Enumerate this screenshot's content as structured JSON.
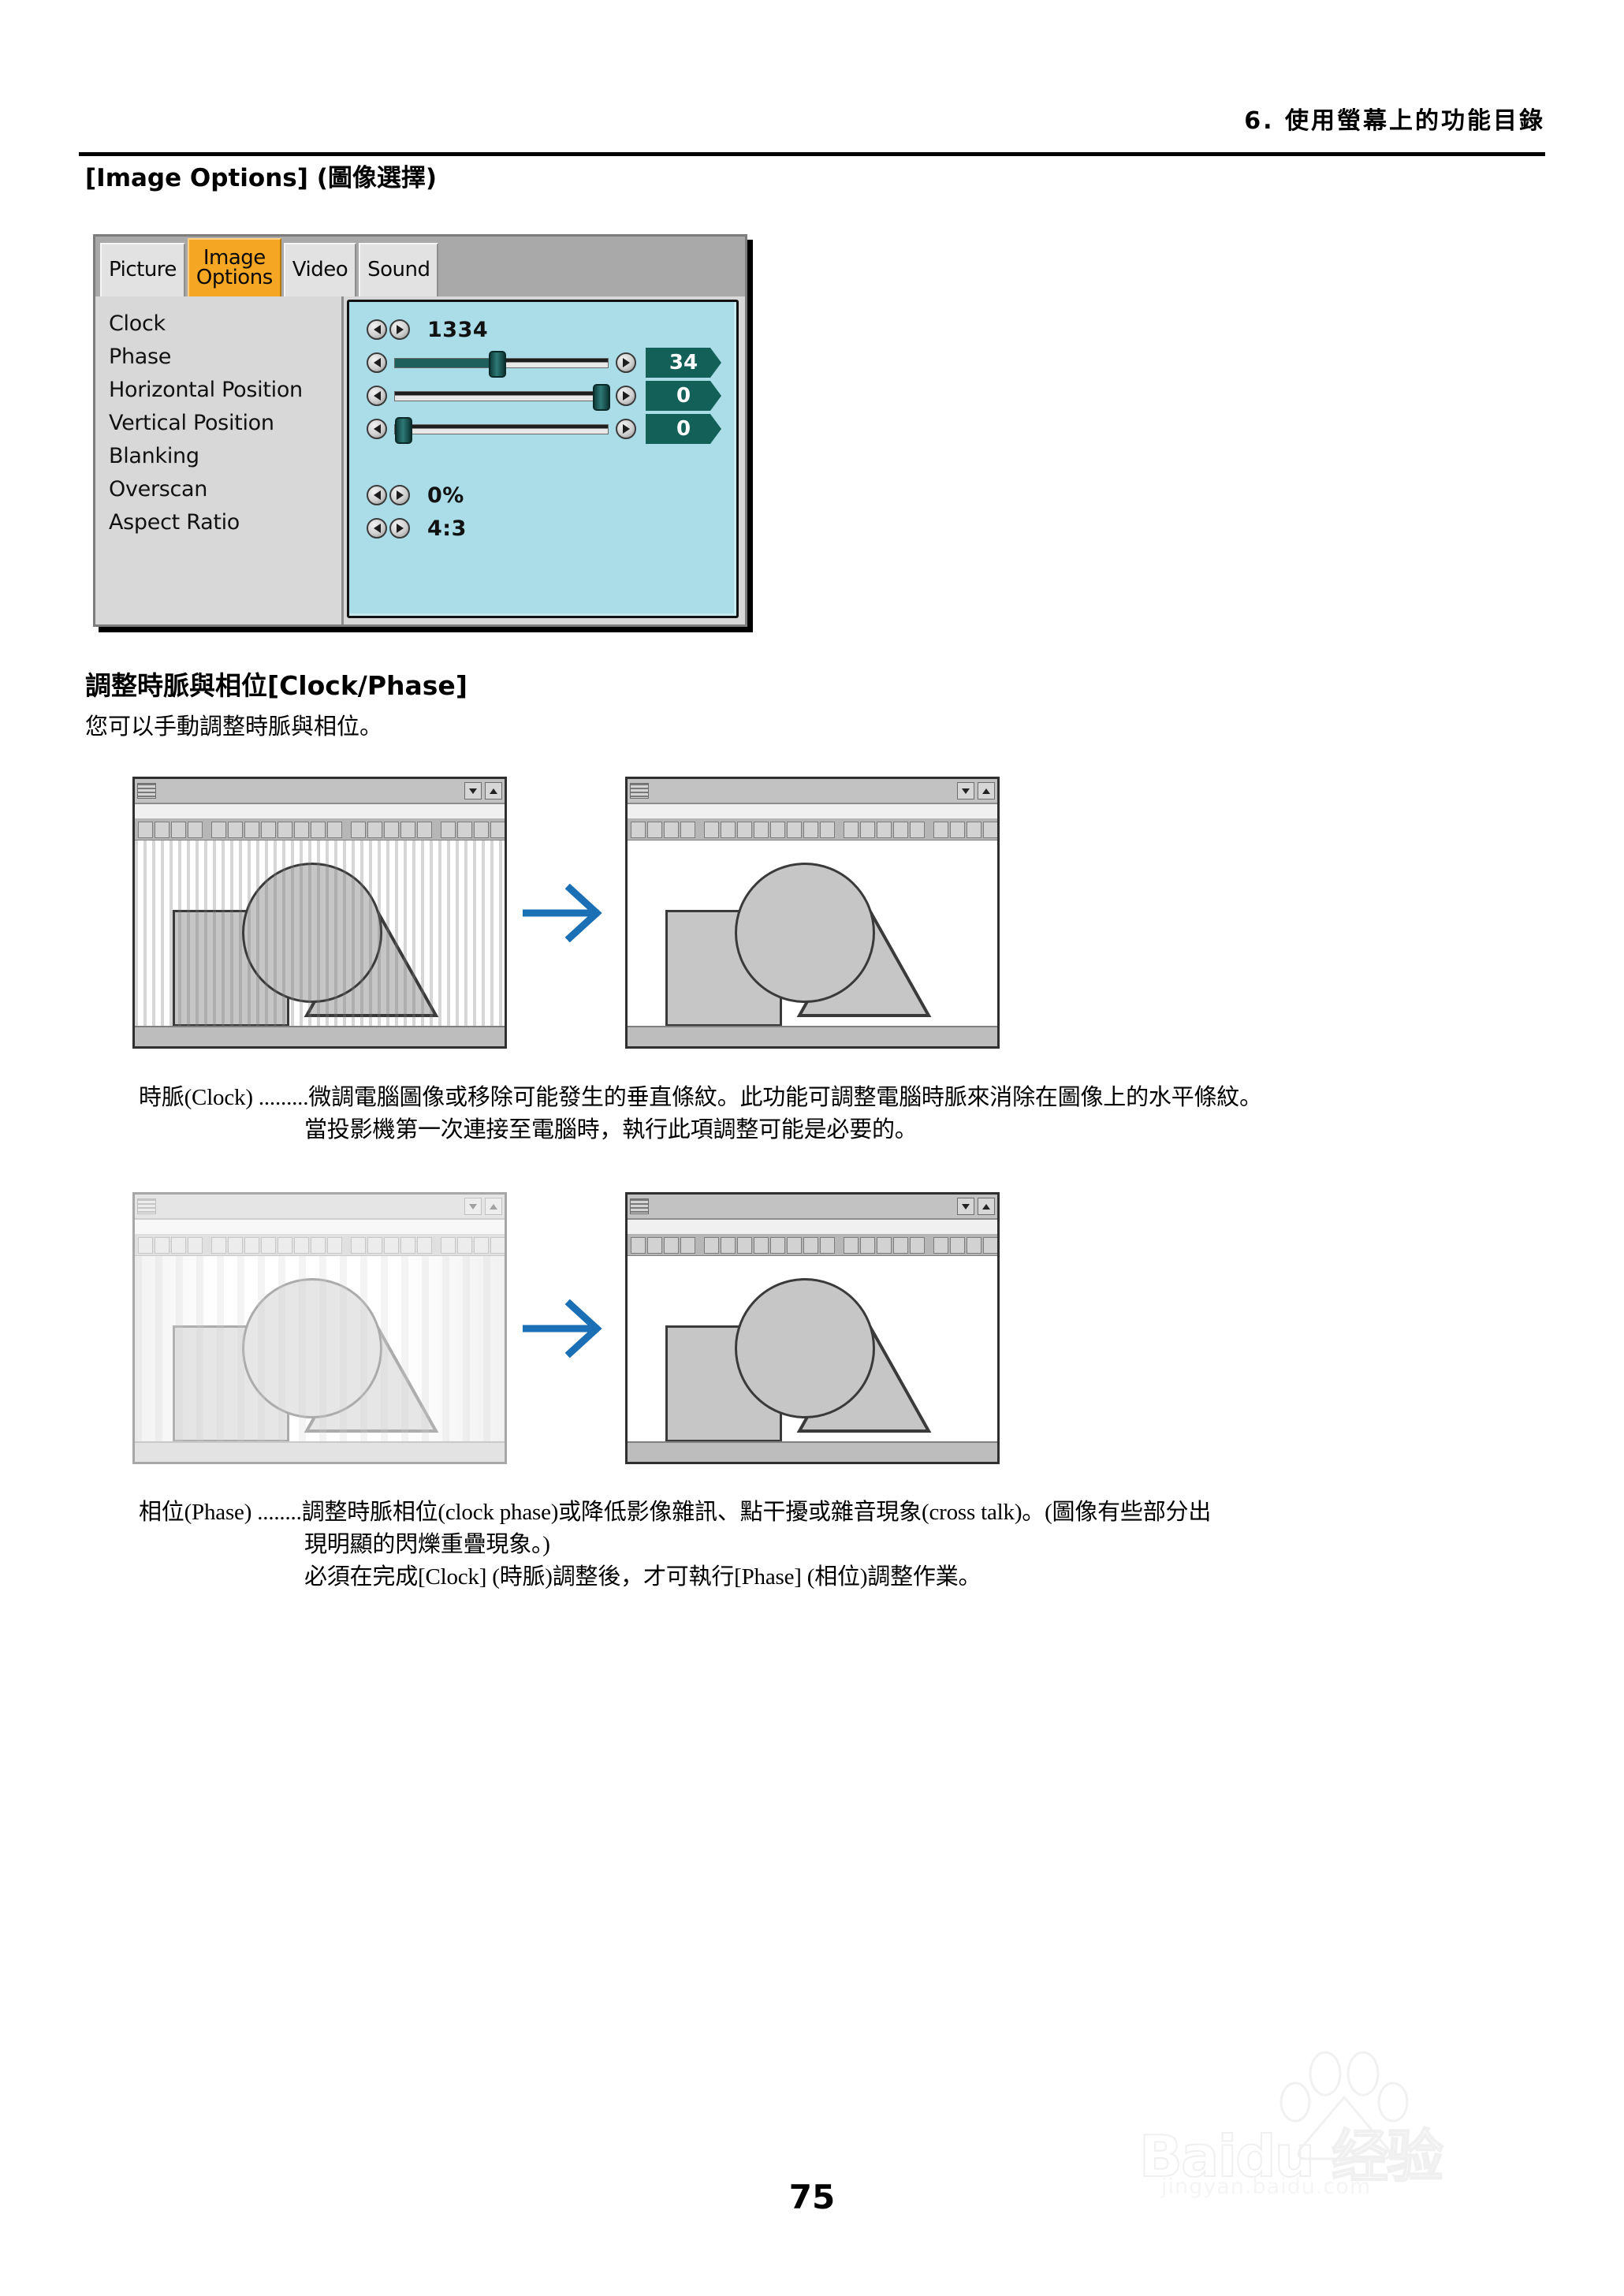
{
  "header": {
    "chapter_title": "6. 使用螢幕上的功能目錄"
  },
  "section": {
    "heading": "[Image Options] (圖像選擇)"
  },
  "osd_menu": {
    "tabs": [
      {
        "label": "Picture",
        "selected": false
      },
      {
        "label_line1": "Image",
        "label_line2": "Options",
        "selected": true
      },
      {
        "label": "Video",
        "selected": false
      },
      {
        "label": "Sound",
        "selected": false
      }
    ],
    "rows": [
      {
        "label": "Clock",
        "control": "stepper",
        "value": "1334"
      },
      {
        "label": "Phase",
        "control": "slider",
        "value": "34",
        "percent": 48
      },
      {
        "label": "Horizontal Position",
        "control": "slider",
        "value": "0",
        "percent": 97
      },
      {
        "label": "Vertical Position",
        "control": "slider",
        "value": "0",
        "percent": 4
      },
      {
        "label": "Blanking",
        "control": "none",
        "value": ""
      },
      {
        "label": "Overscan",
        "control": "stepper",
        "value": "0%"
      },
      {
        "label": "Aspect Ratio",
        "control": "stepper",
        "value": "4:3"
      }
    ],
    "colors": {
      "selected_tab": "#f5a623",
      "panel_background": "#aadde8",
      "value_badge": "#136059",
      "tab_strip": "#a9a9a9"
    }
  },
  "clock_phase": {
    "heading": "調整時脈與相位[Clock/Phase]",
    "intro": "您可以手動調整時脈與相位。",
    "clock_caption": {
      "term": "時脈(Clock) .........",
      "line1": "微調電腦圖像或移除可能發生的垂直條紋。此功能可調整電腦時脈來消除在圖像上的水平條紋。",
      "line2": "當投影機第一次連接至電腦時，執行此項調整可能是必要的。"
    },
    "phase_caption": {
      "term": "相位(Phase) ........",
      "line1": "調整時脈相位(clock phase)或降低影像雜訊、點干擾或雜音現象(cross talk)。(圖像有些部分出",
      "line2": "現明顯的閃爍重疊現象。)",
      "line3": "必須在完成[Clock] (時脈)調整後，才可執行[Phase] (相位)調整作業。"
    },
    "arrow_color": "#1a6fb5"
  },
  "figures": {
    "clock_before_state": "vertical-banding",
    "clock_after_state": "clean",
    "phase_before_state": "faded-flicker",
    "phase_after_state": "clean",
    "shapes": [
      "square",
      "circle",
      "triangle"
    ]
  },
  "footer": {
    "page_number": "75"
  },
  "watermark": {
    "brand": "Baidu 经验",
    "url": "jingyan.baidu.com"
  }
}
